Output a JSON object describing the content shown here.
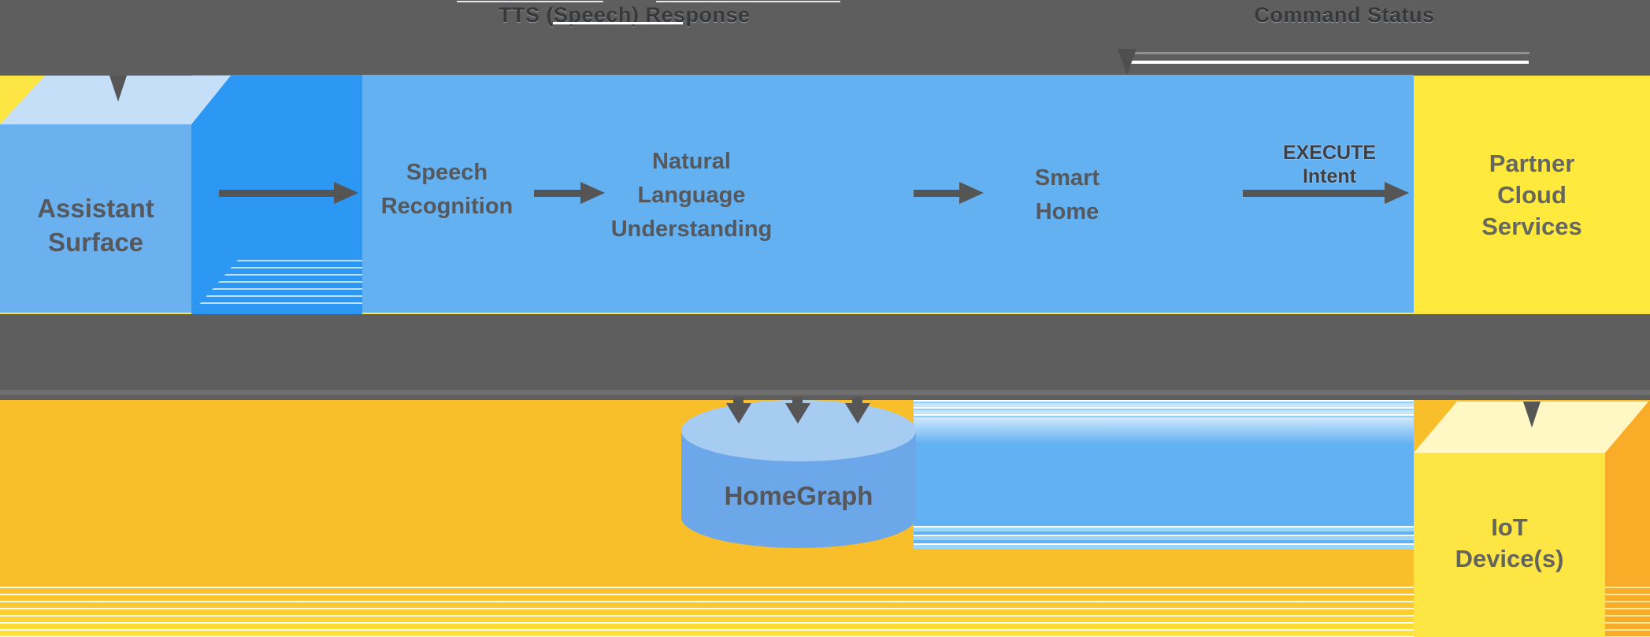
{
  "annotations": {
    "tts_response": "TTS (Speech) Response",
    "command_status": "Command Status",
    "execute_line1": "EXECUTE",
    "execute_line2": "Intent"
  },
  "nodes": {
    "assistant": {
      "line1": "Assistant",
      "line2": "Surface"
    },
    "speech": {
      "line1": "Speech",
      "line2": "Recognition"
    },
    "nlu": {
      "line1": "Natural",
      "line2": "Language",
      "line3": "Understanding"
    },
    "smart_home": {
      "line1": "Smart",
      "line2": "Home"
    },
    "partner": {
      "line1": "Partner",
      "line2": "Cloud",
      "line3": "Services"
    },
    "homegraph": {
      "label": "HomeGraph"
    },
    "iot": {
      "line1": "IoT",
      "line2": "Device(s)"
    }
  },
  "colors": {
    "overlay_band_gray": "#5E5E5E",
    "central_box_blue": "#64B1F2",
    "side_face_blue": "#2C98F3",
    "cube_top_blue": "#C5DFF8",
    "cube_front_blue": "#6BB0EF",
    "bright_yellow": "#FDE643",
    "partner_yellow": "#FFE93C",
    "background_orange": "#F9BF2B",
    "cube_side_orange": "#F8AC28",
    "cylinder_top_blue": "#A6CCF2",
    "cylinder_body_blue": "#6CA7E9",
    "backdrop_blue": "#62B1F2",
    "arrow_gray": "#555555",
    "label_text_gray": "#55585C"
  }
}
